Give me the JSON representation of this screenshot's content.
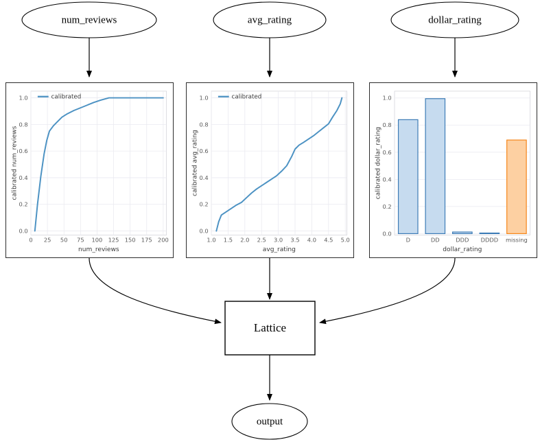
{
  "diagram": {
    "type": "calibrated-lattice-model-flow",
    "input_nodes": [
      {
        "id": "num_reviews",
        "label": "num_reviews"
      },
      {
        "id": "avg_rating",
        "label": "avg_rating"
      },
      {
        "id": "dollar_rating",
        "label": "dollar_rating"
      }
    ],
    "process_node": {
      "id": "lattice",
      "label": "Lattice"
    },
    "output_node": {
      "id": "output",
      "label": "output"
    }
  },
  "colors": {
    "line": "#4c92c3",
    "bar_blue_fill": "#c6dbef",
    "bar_blue_edge": "#3b7ab5",
    "bar_orange_fill": "#fdd0a2",
    "bar_orange_edge": "#f58518",
    "grid": "#eaeaf0",
    "axis_text": "#5a5a5a",
    "border": "#2b2b2b",
    "edge": "#000000"
  },
  "chart_data": [
    {
      "id": "chart-num-reviews",
      "type": "line",
      "title": "",
      "xlabel": "num_reviews",
      "ylabel": "calibrated num_reviews",
      "legend": [
        "calibrated"
      ],
      "legend_position": "upper-left",
      "grid": true,
      "xlim": [
        0,
        205
      ],
      "ylim": [
        -0.03,
        1.05
      ],
      "xticks": [
        0,
        25,
        50,
        75,
        100,
        125,
        150,
        175,
        200
      ],
      "xticklabels": [
        "0",
        "25",
        "50",
        "75",
        "100",
        "125",
        "150",
        "175",
        "200"
      ],
      "yticks": [
        0.0,
        0.2,
        0.4,
        0.6,
        0.8,
        1.0
      ],
      "yticklabels": [
        "0.0",
        "0.2",
        "0.4",
        "0.6",
        "0.8",
        "1.0"
      ],
      "series": [
        {
          "name": "calibrated",
          "x": [
            6,
            10,
            15,
            20,
            24,
            28,
            34,
            40,
            47,
            55,
            65,
            75,
            85,
            95,
            105,
            118,
            135,
            155,
            175,
            200
          ],
          "y": [
            0.0,
            0.2,
            0.41,
            0.58,
            0.68,
            0.75,
            0.79,
            0.82,
            0.855,
            0.88,
            0.905,
            0.925,
            0.945,
            0.965,
            0.982,
            1.0,
            1.0,
            1.0,
            1.0,
            1.0
          ]
        }
      ]
    },
    {
      "id": "chart-avg-rating",
      "type": "line",
      "title": "",
      "xlabel": "avg_rating",
      "ylabel": "calibrated avg_rating",
      "legend": [
        "calibrated"
      ],
      "legend_position": "upper-left",
      "grid": true,
      "xlim": [
        1.0,
        5.05
      ],
      "ylim": [
        -0.03,
        1.05
      ],
      "xticks": [
        1.0,
        1.5,
        2.0,
        2.5,
        3.0,
        3.5,
        4.0,
        4.5,
        5.0
      ],
      "xticklabels": [
        "1.0",
        "1.5",
        "2.0",
        "2.5",
        "3.0",
        "3.5",
        "4.0",
        "4.5",
        "5.0"
      ],
      "yticks": [
        0.0,
        0.2,
        0.4,
        0.6,
        0.8,
        1.0
      ],
      "yticklabels": [
        "0.0",
        "0.2",
        "0.4",
        "0.6",
        "0.8",
        "1.0"
      ],
      "series": [
        {
          "name": "calibrated",
          "x": [
            1.15,
            1.22,
            1.3,
            1.45,
            1.6,
            1.75,
            1.9,
            2.05,
            2.2,
            2.35,
            2.5,
            2.65,
            2.8,
            2.95,
            3.1,
            3.25,
            3.4,
            3.5,
            3.62,
            3.75,
            3.9,
            4.05,
            4.2,
            4.35,
            4.5,
            4.62,
            4.75,
            4.85,
            4.9
          ],
          "y": [
            0.0,
            0.07,
            0.12,
            0.145,
            0.17,
            0.195,
            0.215,
            0.25,
            0.285,
            0.315,
            0.34,
            0.365,
            0.39,
            0.415,
            0.45,
            0.49,
            0.56,
            0.615,
            0.645,
            0.665,
            0.69,
            0.715,
            0.745,
            0.775,
            0.805,
            0.855,
            0.905,
            0.955,
            1.0
          ]
        }
      ]
    },
    {
      "id": "chart-dollar-rating",
      "type": "bar",
      "title": "",
      "xlabel": "dollar_rating",
      "ylabel": "calibrated dollar_rating",
      "grid": true,
      "ylim": [
        -0.01,
        1.05
      ],
      "yticks": [
        0.0,
        0.2,
        0.4,
        0.6,
        0.8,
        1.0
      ],
      "yticklabels": [
        "0.0",
        "0.2",
        "0.4",
        "0.6",
        "0.8",
        "1.0"
      ],
      "categories": [
        "D",
        "DD",
        "DDD",
        "DDDD",
        "missing"
      ],
      "values": [
        0.84,
        0.995,
        0.012,
        0.002,
        0.69
      ],
      "bar_colors": [
        "blue",
        "blue",
        "blue",
        "blue",
        "orange"
      ]
    }
  ]
}
